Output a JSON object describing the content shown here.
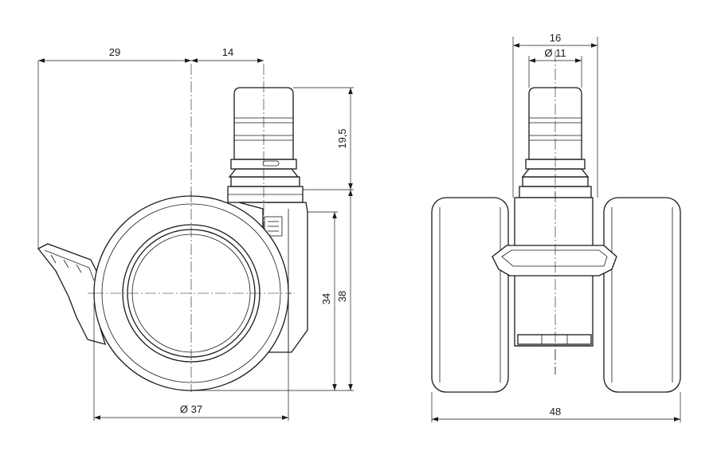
{
  "dimensions": {
    "side": {
      "brake_offset": "29",
      "stem_offset": "14",
      "stem_height": "19,5",
      "wheel_height": "34",
      "overall_height": "38",
      "wheel_diameter": "Ø 37"
    },
    "front": {
      "housing_width": "16",
      "stem_diameter": "Ø 11",
      "overall_width": "48"
    }
  }
}
